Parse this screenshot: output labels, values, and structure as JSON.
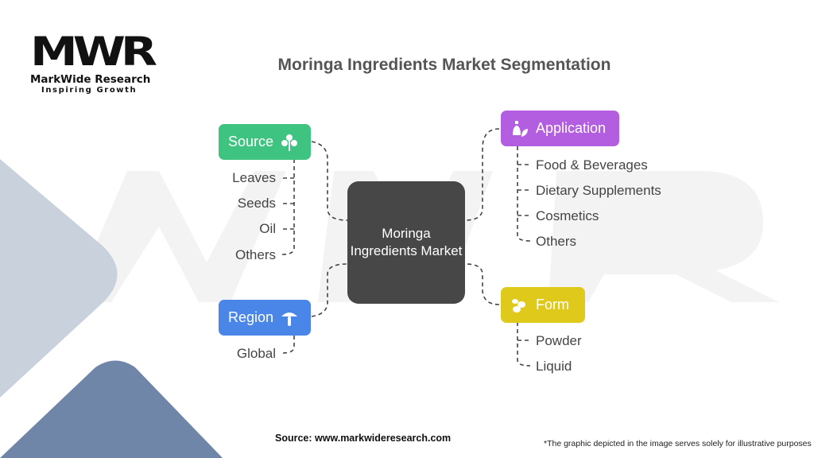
{
  "logo": {
    "mark": "MWR",
    "name": "MarkWide Research",
    "tagline": "Inspiring Growth"
  },
  "title": "Moringa Ingredients Market Segmentation",
  "center": {
    "label": "Moringa Ingredients Market"
  },
  "colors": {
    "source": "#3ec480",
    "application": "#b35ee0",
    "region": "#4a86e8",
    "form": "#dfca1c",
    "center": "#474747"
  },
  "segments": {
    "source": {
      "label": "Source",
      "icon": "plant-icon",
      "items": [
        "Leaves",
        "Seeds",
        "Oil",
        "Others"
      ]
    },
    "region": {
      "label": "Region",
      "icon": "mushroom-icon",
      "items": [
        "Global"
      ]
    },
    "application": {
      "label": "Application",
      "icon": "ingredients-icon",
      "items": [
        "Food & Beverages",
        "Dietary Supplements",
        "Cosmetics",
        "Others"
      ]
    },
    "form": {
      "label": "Form",
      "icon": "pod-icon",
      "items": [
        "Powder",
        "Liquid"
      ]
    }
  },
  "footer": {
    "source": "Source: www.markwideresearch.com",
    "note": "*The graphic depicted in the image serves solely for illustrative purposes"
  }
}
